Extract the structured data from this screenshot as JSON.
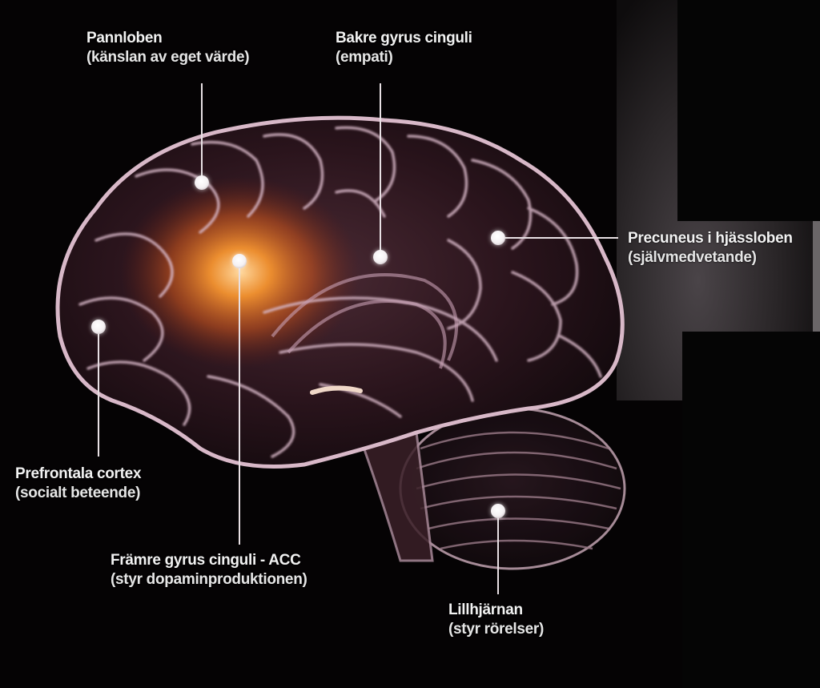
{
  "diagram": {
    "subject": "Brain regions (Swedish labels)",
    "colors": {
      "background": "#050304",
      "brain_outline": "#d8b8c8",
      "glow": "#ff8a1e",
      "label_text": "#f2f2f2",
      "marker": "#ffffff"
    },
    "labels": [
      {
        "id": "pannloben",
        "title": "Pannloben",
        "subtitle": "(känslan av eget värde)",
        "marker": [
          252,
          228
        ]
      },
      {
        "id": "bakre-gyrus-cinguli",
        "title": "Bakre gyrus cinguli",
        "subtitle": "(empati)",
        "marker": [
          475,
          321
        ]
      },
      {
        "id": "precuneus",
        "title": "Precuneus i hjässloben",
        "subtitle": "(självmedvetande)",
        "marker": [
          622,
          297
        ]
      },
      {
        "id": "prefrontala-cortex",
        "title": "Prefrontala cortex",
        "subtitle": "(socialt beteende)",
        "marker": [
          123,
          408
        ]
      },
      {
        "id": "framre-gyrus-cinguli",
        "title": "Främre gyrus cinguli - ACC",
        "subtitle": "(styr dopaminproduktionen)",
        "marker": [
          299,
          326
        ]
      },
      {
        "id": "lillhjarnan",
        "title": "Lillhjärnan",
        "subtitle": "(styr rörelser)",
        "marker": [
          622,
          638
        ]
      }
    ]
  }
}
